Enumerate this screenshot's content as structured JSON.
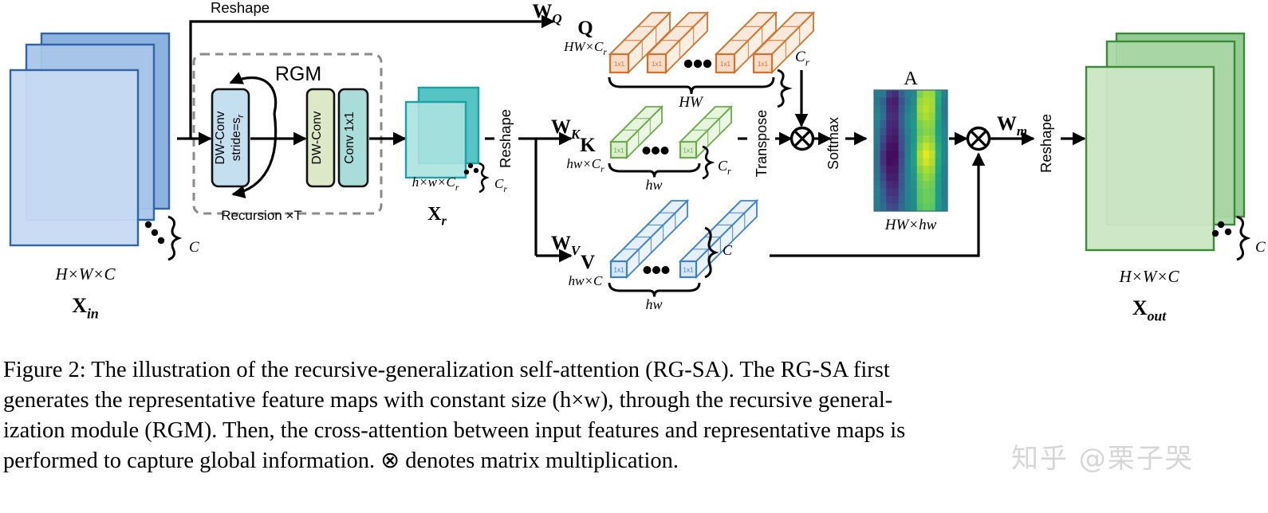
{
  "figure": {
    "title_symbol": "A",
    "rgm_box_label": "RGM",
    "recursion_label": "Recursion ×T",
    "reshape_top": "Reshape",
    "reshape_mid": "Reshape",
    "reshape_out": "Reshape",
    "transpose_label": "Transpose",
    "softmax_label": "Softmax",
    "blocks": [
      {
        "name": "dwconv-stride",
        "line1": "DW-Conv",
        "line2": "stride=s",
        "sub2": "r",
        "fill": "#c3dff0",
        "stroke": "#111111"
      },
      {
        "name": "dwconv",
        "line1": "DW-Conv",
        "line2": "",
        "sub2": "",
        "fill": "#dde8c6",
        "stroke": "#111111"
      },
      {
        "name": "conv1x1",
        "line1": "Conv 1x1",
        "line2": "",
        "sub2": "",
        "fill": "#a9ddd9",
        "stroke": "#111111"
      }
    ],
    "input": {
      "name": "X_in",
      "symbol": "X",
      "subscript": "in",
      "dims": "H×W×C",
      "channel_brace": "C",
      "colors": {
        "back": "#86aede",
        "mid": "#a8c6e8",
        "front": "#c6daf2",
        "stroke": "#2f64aa"
      }
    },
    "representative": {
      "name": "X_r",
      "symbol": "X",
      "subscript": "r",
      "dims": "h×w×C",
      "dims_sub": "r",
      "channel_brace": "C",
      "channel_brace_sub": "r",
      "colors": {
        "back": "#56c4c4",
        "front": "#abe2e0",
        "stroke": "#19a3a8"
      }
    },
    "output": {
      "name": "X_out",
      "symbol": "X",
      "subscript": "out",
      "dims": "H×W×C",
      "channel_brace": "C",
      "colors": {
        "back": "#8cc98c",
        "mid": "#aad7a6",
        "front": "#cbe6c4",
        "stroke": "#3d8a36"
      }
    },
    "projections": [
      {
        "name": "W_Q",
        "weight": "W",
        "weight_sub": "Q",
        "label": "Q",
        "dims": "HW×C",
        "dims_sub": "r"
      },
      {
        "name": "W_K",
        "weight": "W",
        "weight_sub": "K",
        "label": "K",
        "dims": "hw×C",
        "dims_sub": "r"
      },
      {
        "name": "W_V",
        "weight": "W",
        "weight_sub": "V",
        "label": "V",
        "dims": "hw×C",
        "dims_sub": ""
      }
    ],
    "merge_weight": {
      "name": "W_m",
      "weight": "W",
      "weight_sub": "m"
    },
    "tensors": {
      "Q": {
        "cell_label": "1x1",
        "count_brace": "HW",
        "depth_brace": "C",
        "depth_brace_sub": "r",
        "fill": "#f7ddc8",
        "stroke": "#d4722c",
        "blocks": 4
      },
      "K": {
        "cell_label": "1x1",
        "count_brace": "hw",
        "depth_brace": "C",
        "depth_brace_sub": "r",
        "fill": "#dcefcc",
        "stroke": "#6aab4a",
        "blocks": 2
      },
      "V": {
        "cell_label": "1x1",
        "count_brace": "hw",
        "depth_brace": "C",
        "depth_brace_sub": "",
        "fill": "#d9e8f7",
        "stroke": "#3d82c9",
        "blocks": 2
      }
    },
    "attention": {
      "name": "A",
      "label": "A",
      "dims": "HW×hw",
      "colormap": "viridis",
      "grid_cols": 12,
      "grid_rows": 16,
      "values": [
        [
          0.42,
          0.4,
          0.18,
          0.12,
          0.3,
          0.42,
          0.46,
          0.8,
          0.86,
          0.84,
          0.62,
          0.44
        ],
        [
          0.4,
          0.32,
          0.1,
          0.08,
          0.26,
          0.4,
          0.48,
          0.84,
          0.88,
          0.86,
          0.6,
          0.42
        ],
        [
          0.44,
          0.34,
          0.12,
          0.1,
          0.28,
          0.44,
          0.5,
          0.86,
          0.9,
          0.86,
          0.58,
          0.4
        ],
        [
          0.46,
          0.36,
          0.14,
          0.12,
          0.3,
          0.46,
          0.52,
          0.84,
          0.88,
          0.84,
          0.58,
          0.42
        ],
        [
          0.44,
          0.3,
          0.12,
          0.1,
          0.3,
          0.46,
          0.54,
          0.8,
          0.84,
          0.82,
          0.56,
          0.44
        ],
        [
          0.42,
          0.26,
          0.1,
          0.08,
          0.28,
          0.44,
          0.52,
          0.78,
          0.82,
          0.8,
          0.56,
          0.46
        ],
        [
          0.4,
          0.22,
          0.08,
          0.06,
          0.26,
          0.42,
          0.52,
          0.8,
          0.86,
          0.82,
          0.58,
          0.46
        ],
        [
          0.38,
          0.18,
          0.05,
          0.04,
          0.24,
          0.42,
          0.54,
          0.84,
          0.92,
          0.86,
          0.6,
          0.46
        ],
        [
          0.36,
          0.14,
          0.03,
          0.03,
          0.22,
          0.42,
          0.56,
          0.88,
          0.97,
          0.9,
          0.62,
          0.46
        ],
        [
          0.36,
          0.14,
          0.03,
          0.04,
          0.24,
          0.44,
          0.56,
          0.86,
          0.94,
          0.88,
          0.6,
          0.46
        ],
        [
          0.38,
          0.18,
          0.06,
          0.06,
          0.26,
          0.44,
          0.54,
          0.82,
          0.88,
          0.84,
          0.58,
          0.44
        ],
        [
          0.4,
          0.22,
          0.08,
          0.08,
          0.28,
          0.44,
          0.52,
          0.78,
          0.84,
          0.8,
          0.56,
          0.44
        ],
        [
          0.42,
          0.26,
          0.12,
          0.1,
          0.28,
          0.44,
          0.5,
          0.76,
          0.8,
          0.78,
          0.54,
          0.42
        ],
        [
          0.44,
          0.3,
          0.16,
          0.14,
          0.3,
          0.44,
          0.48,
          0.74,
          0.78,
          0.76,
          0.54,
          0.42
        ],
        [
          0.42,
          0.32,
          0.2,
          0.18,
          0.32,
          0.44,
          0.48,
          0.74,
          0.78,
          0.76,
          0.54,
          0.44
        ],
        [
          0.4,
          0.34,
          0.24,
          0.22,
          0.34,
          0.44,
          0.48,
          0.72,
          0.76,
          0.74,
          0.52,
          0.44
        ]
      ]
    },
    "operators": {
      "multiply": "⊗"
    }
  },
  "caption": {
    "lines": [
      "Figure 2:  The illustration of the recursive-generalization self-attention (RG-SA). The RG-SA first",
      "generates the representative feature maps with constant size (h×w), through the recursive general-",
      "ization module (RGM). Then, the cross-attention between input features and representative maps is",
      "performed to capture global information. ⊗ denotes matrix multiplication."
    ]
  },
  "watermark": {
    "text": "知乎 @栗子哭"
  }
}
